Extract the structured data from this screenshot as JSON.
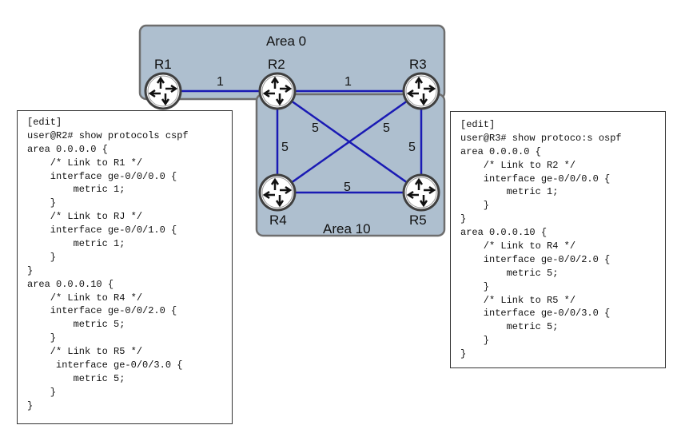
{
  "diagram": {
    "areas": [
      {
        "id": "area0",
        "label": "Area 0"
      },
      {
        "id": "area10",
        "label": "Area 10"
      }
    ],
    "routers": [
      {
        "id": "R1",
        "label": "R1"
      },
      {
        "id": "R2",
        "label": "R2"
      },
      {
        "id": "R3",
        "label": "R3"
      },
      {
        "id": "R4",
        "label": "R4"
      },
      {
        "id": "R5",
        "label": "R5"
      }
    ],
    "links": [
      {
        "from": "R1",
        "to": "R2",
        "metric": "1"
      },
      {
        "from": "R2",
        "to": "R3",
        "metric": "1"
      },
      {
        "from": "R2",
        "to": "R4",
        "metric": "5"
      },
      {
        "from": "R2",
        "to": "R5",
        "metric": "5"
      },
      {
        "from": "R3",
        "to": "R4",
        "metric": "5"
      },
      {
        "from": "R3",
        "to": "R5",
        "metric": "5"
      },
      {
        "from": "R4",
        "to": "R5",
        "metric": "5"
      }
    ],
    "colors": {
      "area_fill": "#aebfcf",
      "area_border": "#6e6e6e",
      "link": "#1a1ab4",
      "router_ring": "#404040"
    }
  },
  "r2_config": {
    "lines": [
      "[edit]",
      "user@R2# show protocols cspf",
      "area 0.0.0.0 {",
      "    /* Link to R1 */",
      "    interface ge-0/0/0.0 {",
      "        metric 1;",
      "    }",
      "    /* Link to RJ */",
      "    interface ge-0/0/1.0 {",
      "        metric 1;",
      "    }",
      "}",
      "area 0.0.0.10 {",
      "    /* Link to R4 */",
      "    interface ge-0/0/2.0 {",
      "        metric 5;",
      "    }",
      "    /* Link to R5 */",
      "     interface ge-0/0/3.0 {",
      "        metric 5;",
      "    }",
      "}"
    ]
  },
  "r3_config": {
    "lines": [
      "[edit]",
      "user@R3# show protoco:s ospf",
      "area 0.0.0.0 {",
      "    /* Link to R2 */",
      "    interface ge-0/0/0.0 {",
      "        metric 1;",
      "    }",
      "}",
      "area 0.0.0.10 {",
      "    /* Link to R4 */",
      "    interface ge-0/0/2.0 {",
      "        metric 5;",
      "    }",
      "    /* Link to R5 */",
      "    interface ge-0/0/3.0 {",
      "        metric 5;",
      "    }",
      "}"
    ]
  }
}
